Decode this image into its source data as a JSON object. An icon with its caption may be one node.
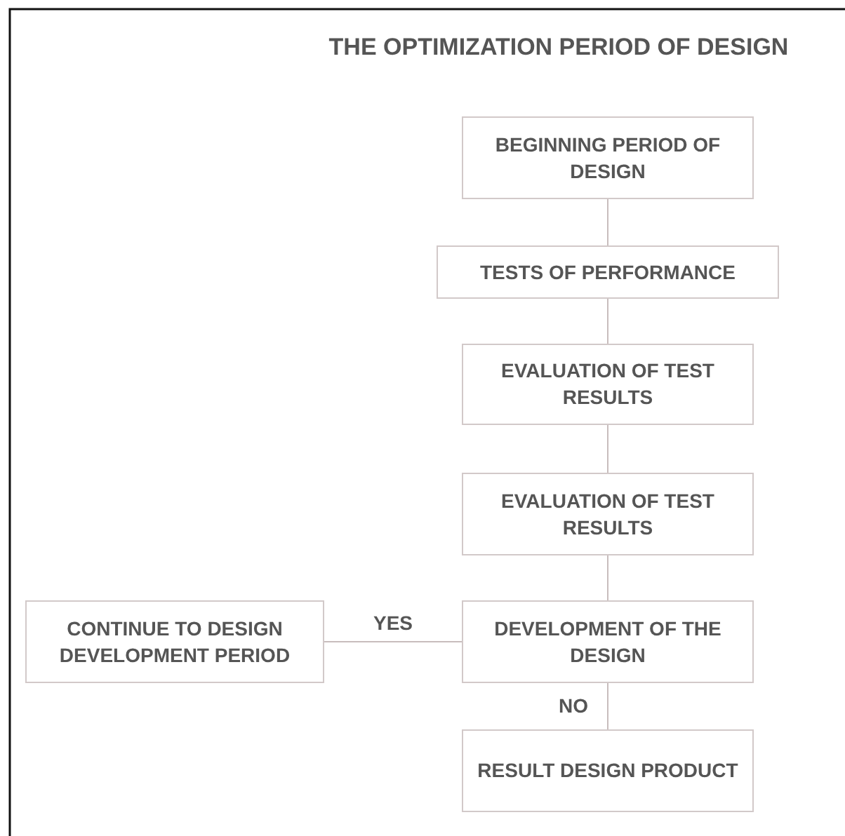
{
  "diagram": {
    "title": "THE OPTIMIZATION PERIOD OF DESIGN",
    "nodes": [
      {
        "text": [
          "BEGINNING PERIOD OF DESIGN"
        ]
      },
      {
        "text": [
          "TESTS OF PERFORMANCE"
        ]
      },
      {
        "text": [
          "EVALUATION OF TEST RESULTS"
        ]
      },
      {
        "text": [
          "EVALUATION OF TEST RESULTS"
        ]
      },
      {
        "text": [
          "DEVELOPMENT OF THE DESIGN"
        ]
      },
      {
        "text": [
          "CONTINUE TO DESIGN DEVELOPMENT PERIOD"
        ]
      },
      {
        "text": [
          "RESULT DESIGN PRODUCT"
        ]
      }
    ],
    "edges": [
      {
        "from": 0,
        "to": 1,
        "arrow": "none"
      },
      {
        "from": 1,
        "to": 2,
        "arrow": "none"
      },
      {
        "from": 2,
        "to": 3,
        "arrow": "none"
      },
      {
        "from": 3,
        "to": 4,
        "arrow": "none"
      },
      {
        "from": 4,
        "to": 5,
        "arrow": "none",
        "label": "YES"
      },
      {
        "from": 4,
        "to": 6,
        "arrow": "none",
        "label": "NO"
      }
    ]
  }
}
